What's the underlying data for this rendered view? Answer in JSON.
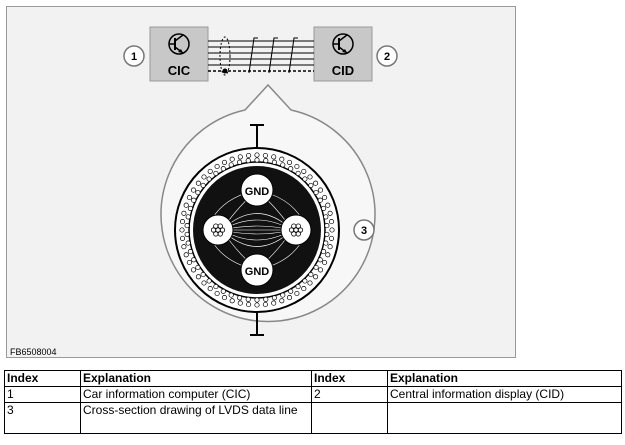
{
  "figure": {
    "cic_label": "CIC",
    "cid_label": "CID",
    "gnd_top": "GND",
    "gnd_bottom": "GND",
    "callout_1": "1",
    "callout_2": "2",
    "callout_3": "3",
    "figure_id": "FB6508004"
  },
  "legend": {
    "headers": [
      "Index",
      "Explanation",
      "Index",
      "Explanation"
    ],
    "rows": [
      [
        "1",
        "Car information computer (CIC)",
        "2",
        "Central information display (CID)"
      ],
      [
        "3",
        "Cross-section drawing of LVDS data line",
        "",
        ""
      ]
    ]
  }
}
